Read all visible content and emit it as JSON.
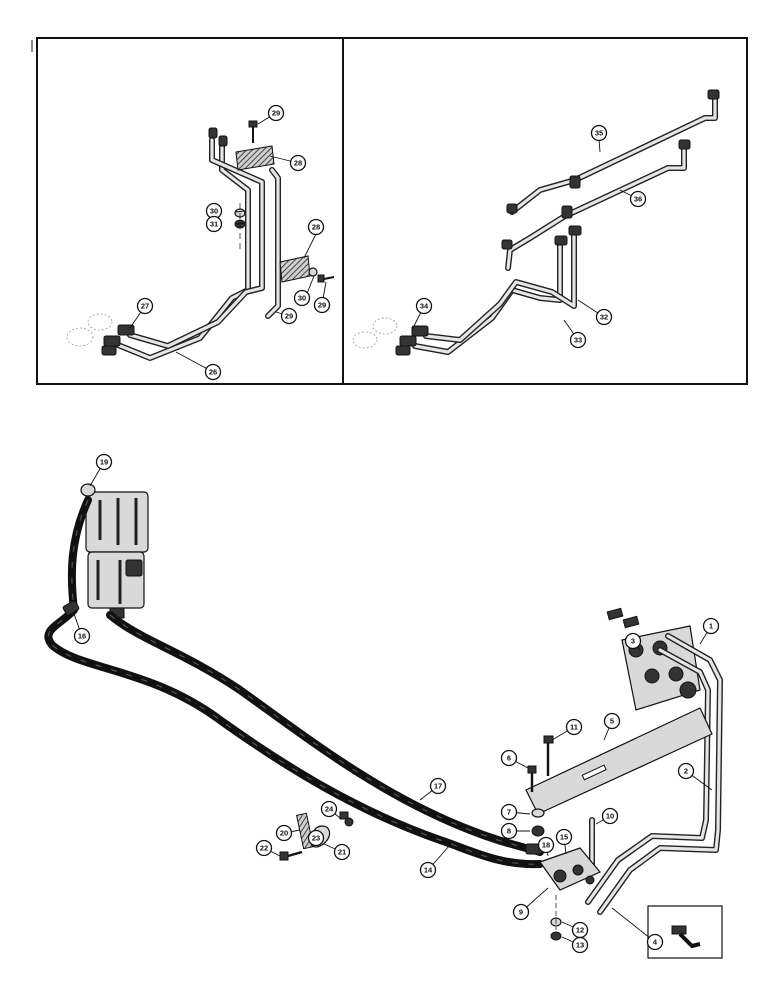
{
  "callouts": {
    "c1": "1",
    "c2": "2",
    "c3": "3",
    "c4": "4",
    "c5": "5",
    "c6": "6",
    "c7": "7",
    "c8": "8",
    "c9": "9",
    "c10": "10",
    "c11": "11",
    "c12": "12",
    "c13": "13",
    "c14": "14",
    "c15": "15",
    "c16": "16",
    "c17": "17",
    "c18": "18",
    "c19": "19",
    "c20": "20",
    "c21": "21",
    "c22": "22",
    "c23": "23",
    "c24": "24",
    "c26": "26",
    "c27": "27",
    "c28": "28",
    "c29": "29",
    "c30": "30",
    "c31": "31",
    "c32": "32",
    "c33": "33",
    "c34": "34",
    "c35": "35",
    "c36": "36"
  }
}
